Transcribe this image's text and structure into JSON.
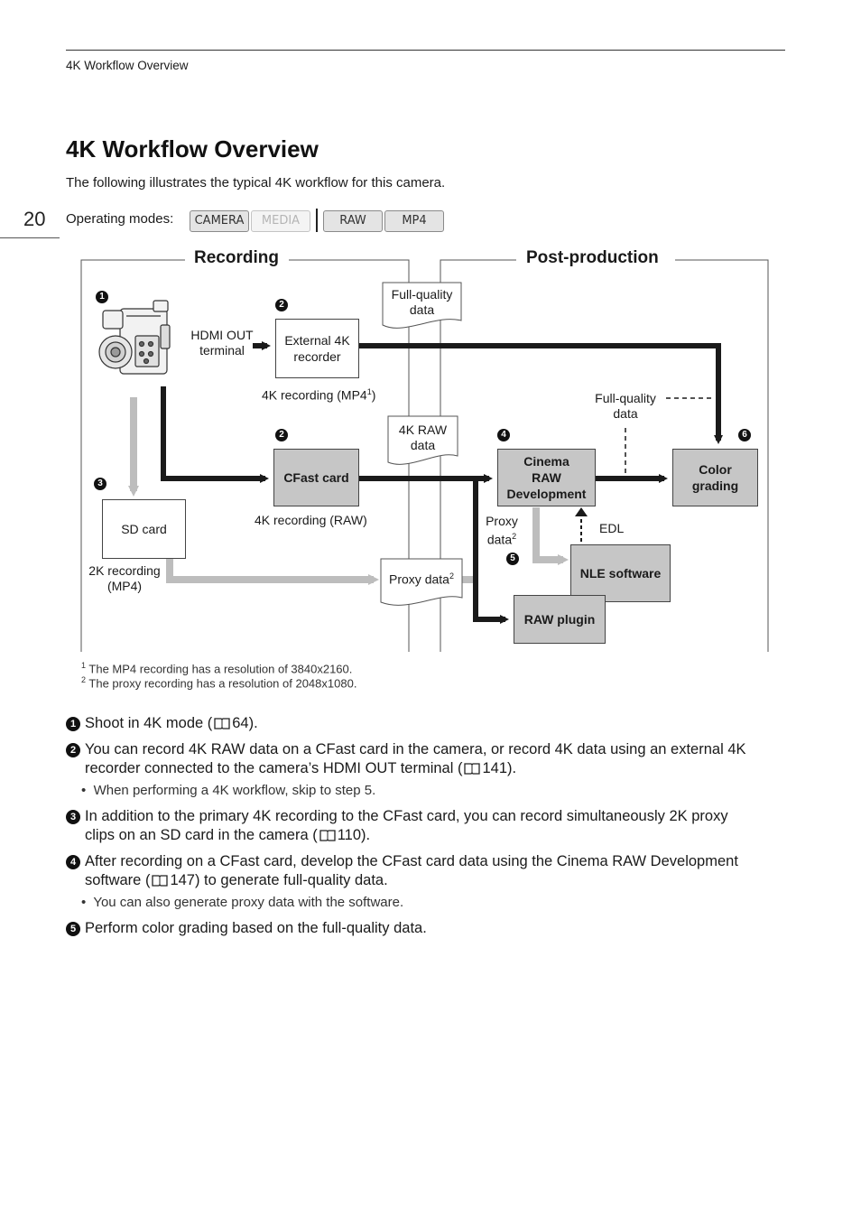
{
  "header": {
    "running_head": "4K Workflow Overview",
    "page_number": "20"
  },
  "title": "4K Workflow Overview",
  "intro": "The following illustrates the typical 4K workflow for this camera.",
  "operating_modes": {
    "label": "Operating modes:",
    "modes": [
      {
        "label": "CAMERA",
        "active": true
      },
      {
        "label": "MEDIA",
        "active": false
      },
      {
        "label": "RAW",
        "active": true
      },
      {
        "label": "MP4",
        "active": true
      }
    ]
  },
  "diagram": {
    "section_recording": "Recording",
    "section_post": "Post-production",
    "hdmi_label_1": "HDMI OUT",
    "hdmi_label_2": "terminal",
    "external_recorder_1": "External 4K",
    "external_recorder_2": "recorder",
    "rec_4k_mp4": "4K recording (MP4",
    "rec_4k_mp4_sup": "1",
    "rec_4k_mp4_end": ")",
    "cfast_card": "CFast card",
    "rec_4k_raw": "4K recording (RAW)",
    "sd_card": "SD card",
    "rec_2k_1": "2K recording",
    "rec_2k_2": "(MP4)",
    "full_quality_1": "Full-quality",
    "full_quality_2": "data",
    "raw_data_1": "4K RAW",
    "raw_data_2": "data",
    "proxy_data": "Proxy data",
    "proxy_sup": "2",
    "cinema_raw_1": "Cinema",
    "cinema_raw_2": "RAW",
    "cinema_raw_3": "Development",
    "color_grading_1": "Color",
    "color_grading_2": "grading",
    "fq_label_1": "Full-quality",
    "fq_label_2": "data",
    "proxy_label_1": "Proxy",
    "proxy_label_2": "data",
    "proxy_label_sup": "2",
    "edl": "EDL",
    "nle_software": "NLE software",
    "raw_plugin": "RAW plugin",
    "numbers": [
      "1",
      "2",
      "2",
      "3",
      "4",
      "5",
      "6"
    ]
  },
  "footnotes": [
    {
      "mark": "1",
      "text": "The MP4 recording has a resolution of 3840x2160."
    },
    {
      "mark": "2",
      "text": "The proxy recording has a resolution of 2048x1080."
    }
  ],
  "steps": [
    {
      "num": "1",
      "pre": "Shoot in 4K mode (",
      "page": "64",
      "post": ")."
    },
    {
      "num": "2",
      "line1": "You can record 4K RAW data on a CFast card in the camera, or record 4K data using an external 4K",
      "line2_pre": "recorder connected to the camera’s HDMI OUT terminal (",
      "page": "141",
      "post": ")."
    },
    {
      "num": "3",
      "line1": "In addition to the primary 4K recording to the CFast card, you can record simultaneously 2K proxy",
      "line2_pre": "clips on an SD card in the camera (",
      "page": "110",
      "post": ")."
    },
    {
      "num": "4",
      "line1": "After recording on a CFast card, develop the CFast card data using the Cinema RAW Development",
      "line2_pre": "software (",
      "page": "147",
      "post": ") to generate full-quality data."
    },
    {
      "num": "5",
      "text": "Perform color grading based on the full-quality data."
    }
  ],
  "bullets": [
    "When performing a 4K workflow, skip to step 5.",
    "You can also generate proxy data with the software."
  ]
}
